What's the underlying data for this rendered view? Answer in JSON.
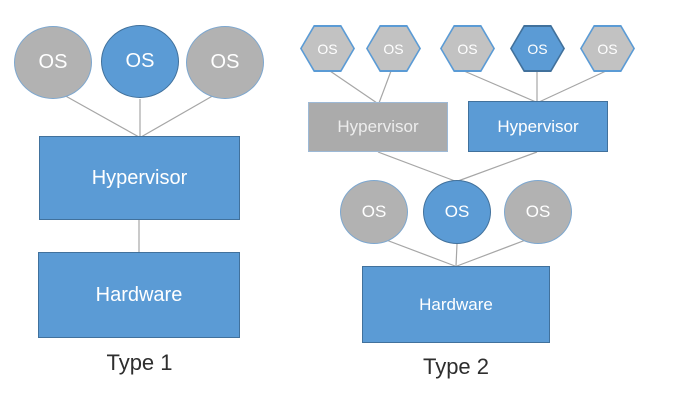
{
  "diagram": {
    "type1": {
      "caption": "Type 1",
      "os_nodes": [
        {
          "label": "OS",
          "variant": "gray"
        },
        {
          "label": "OS",
          "variant": "blue"
        },
        {
          "label": "OS",
          "variant": "gray"
        }
      ],
      "hypervisor": {
        "label": "Hypervisor",
        "variant": "blue"
      },
      "hardware": {
        "label": "Hardware",
        "variant": "blue"
      }
    },
    "type2": {
      "caption": "Type 2",
      "guest_os_nodes": [
        {
          "label": "OS",
          "variant": "gray"
        },
        {
          "label": "OS",
          "variant": "gray"
        },
        {
          "label": "OS",
          "variant": "gray"
        },
        {
          "label": "OS",
          "variant": "blue"
        },
        {
          "label": "OS",
          "variant": "gray"
        }
      ],
      "hypervisors": [
        {
          "label": "Hypervisor",
          "variant": "gray"
        },
        {
          "label": "Hypervisor",
          "variant": "blue"
        }
      ],
      "host_os_nodes": [
        {
          "label": "OS",
          "variant": "gray"
        },
        {
          "label": "OS",
          "variant": "blue"
        },
        {
          "label": "OS",
          "variant": "gray"
        }
      ],
      "hardware": {
        "label": "Hardware",
        "variant": "blue"
      }
    },
    "colors": {
      "blue_fill": "#5B9BD5",
      "blue_border": "#41719C",
      "gray_fill": "#B2B2B2",
      "gray_hex_fill": "#C2C2C2",
      "gray_circle_border": "#7DA7CF",
      "gray_box_fill": "#ABABAB",
      "gray_box_border": "#9DB9D6",
      "hex_border": "#5B9BD5",
      "connector": "#A6A6A6",
      "caption_text": "#2E2E2E",
      "shape_text": "#FFFFFF"
    }
  }
}
